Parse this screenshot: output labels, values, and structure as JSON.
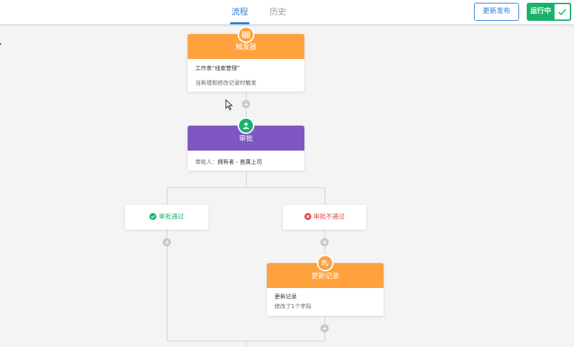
{
  "header": {
    "tabs": [
      {
        "label": "流程",
        "active": true
      },
      {
        "label": "历史",
        "active": false
      }
    ],
    "publish_label": "更新发布",
    "status_label": "运行中"
  },
  "nodes": {
    "trigger": {
      "title": "触发器",
      "icon": "table-icon",
      "line1": "工作表“线索管理”",
      "line2": "当新增和修改记录时触发"
    },
    "approval": {
      "title": "审批",
      "icon": "person-icon",
      "approver_label": "审批人：",
      "approver_value": "拥有者 - 直属上司"
    },
    "update": {
      "title": "更新记录",
      "icon": "edit-list-icon",
      "line1": "更新记录",
      "line2": "修改了1个字段"
    }
  },
  "branches": {
    "pass": {
      "label": "审批通过",
      "color": "#1ab26b"
    },
    "reject": {
      "label": "审批不通过",
      "color": "#e64545"
    }
  },
  "colors": {
    "accent": "#2d7de0",
    "trigger": "#ffa23e",
    "approval": "#7e57c2",
    "running": "#1ab26b"
  }
}
